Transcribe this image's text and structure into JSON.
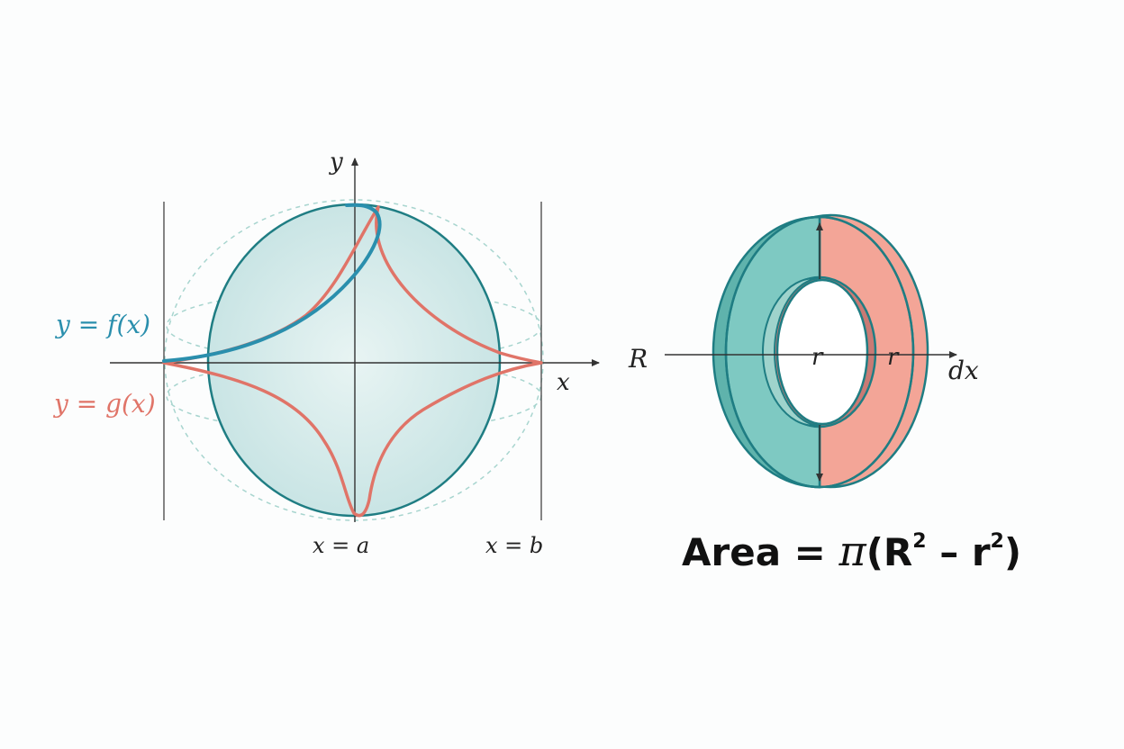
{
  "colors": {
    "teal": "#1f7d83",
    "teal_curve": "#2a8fad",
    "teal_fill": "#cde8e8",
    "teal_face": "#7ec9c2",
    "coral": "#e07468",
    "coral_face": "#f3a597",
    "dashed": "#9fd0c9",
    "axis": "#333333"
  },
  "graph": {
    "y_axis_label": "y",
    "x_axis_label": "x",
    "f_label": "y = f(x)",
    "g_label": "y = g(x)",
    "x_a_label": "x = a",
    "x_b_label": "x = b"
  },
  "washer": {
    "R_label": "R",
    "r_label_left": "r",
    "r_label_right": "r",
    "dx_label": "dx"
  },
  "formula": {
    "prefix": "Area = ",
    "pi": "π",
    "open": "(R",
    "exp1": "2",
    "minus": " – r",
    "exp2": "2",
    "close": ")"
  }
}
